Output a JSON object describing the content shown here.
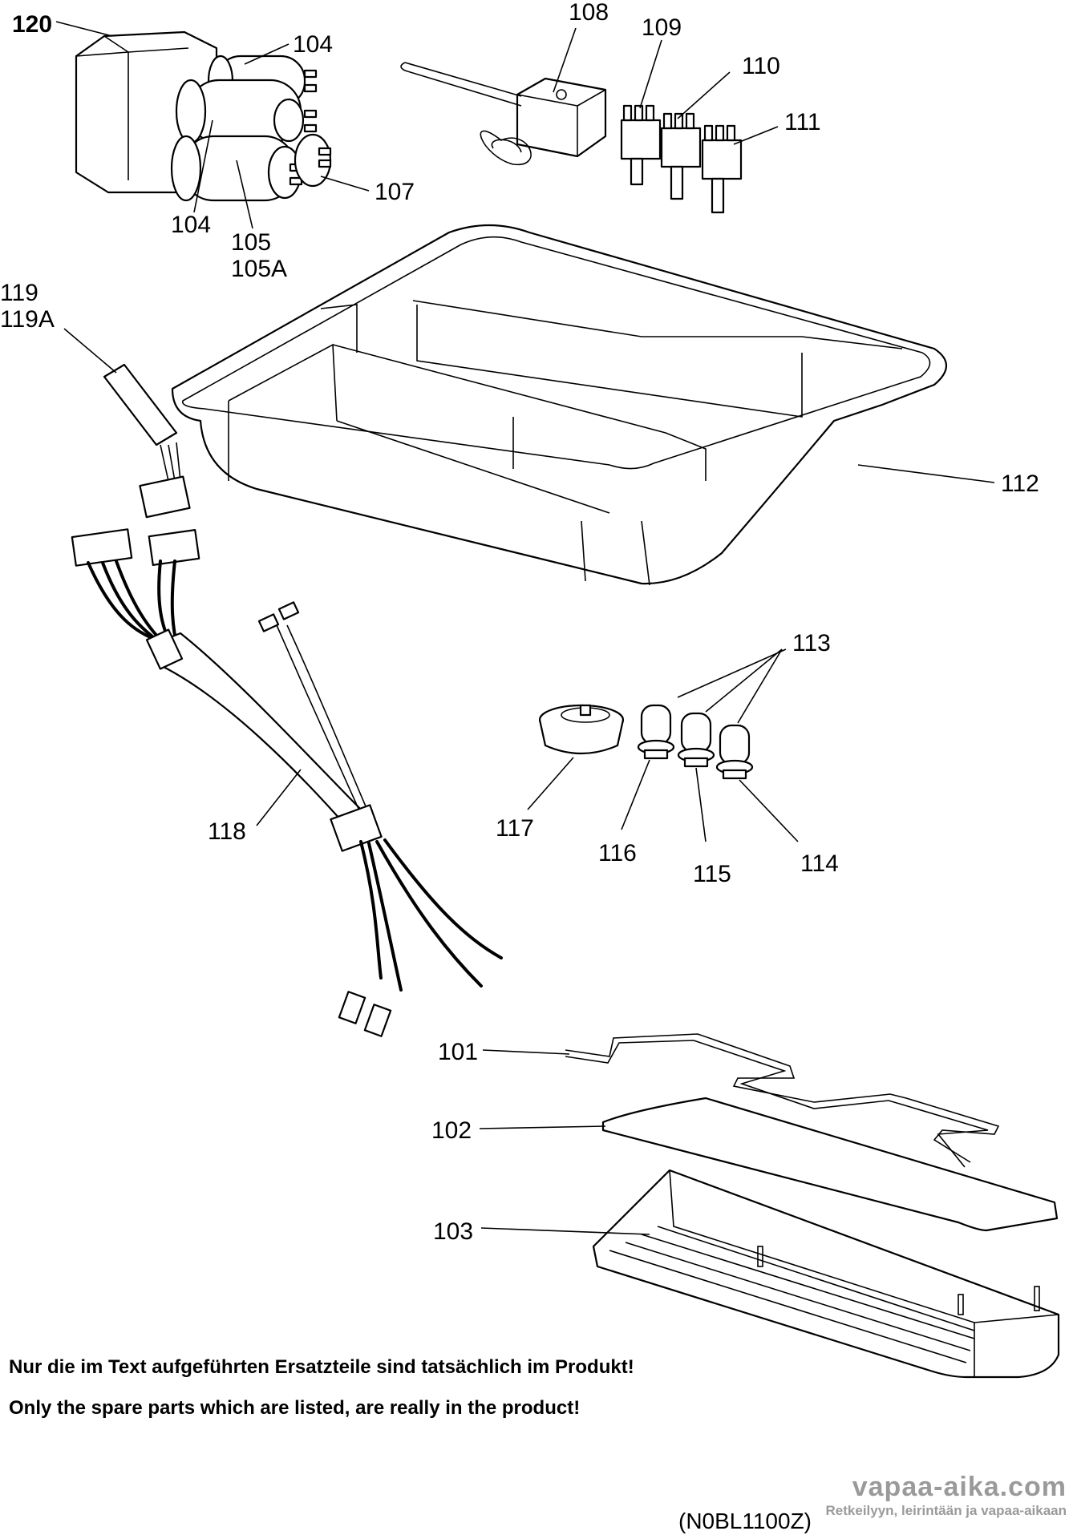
{
  "labels": {
    "p120": "120",
    "p104a": "104",
    "p104b": "104",
    "p105": "105",
    "p105a": "105A",
    "p107": "107",
    "p108": "108",
    "p109": "109",
    "p110": "110",
    "p111": "111",
    "p119": "119",
    "p119a": "119A",
    "p112": "112",
    "p113": "113",
    "p117": "117",
    "p116": "116",
    "p115": "115",
    "p114": "114",
    "p118": "118",
    "p101": "101",
    "p102": "102",
    "p103": "103"
  },
  "notes": {
    "german": "Nur die im Text aufgeführten Ersatzteile sind tatsächlich im Produkt!",
    "english": "Only the spare parts which are listed, are really in the product!"
  },
  "drawing_code": "(N0BL1100Z)",
  "watermark": {
    "site": "vapaa-aika.com",
    "tagline": "Retkeilyyn, leirintään ja vapaa-aikaan"
  }
}
